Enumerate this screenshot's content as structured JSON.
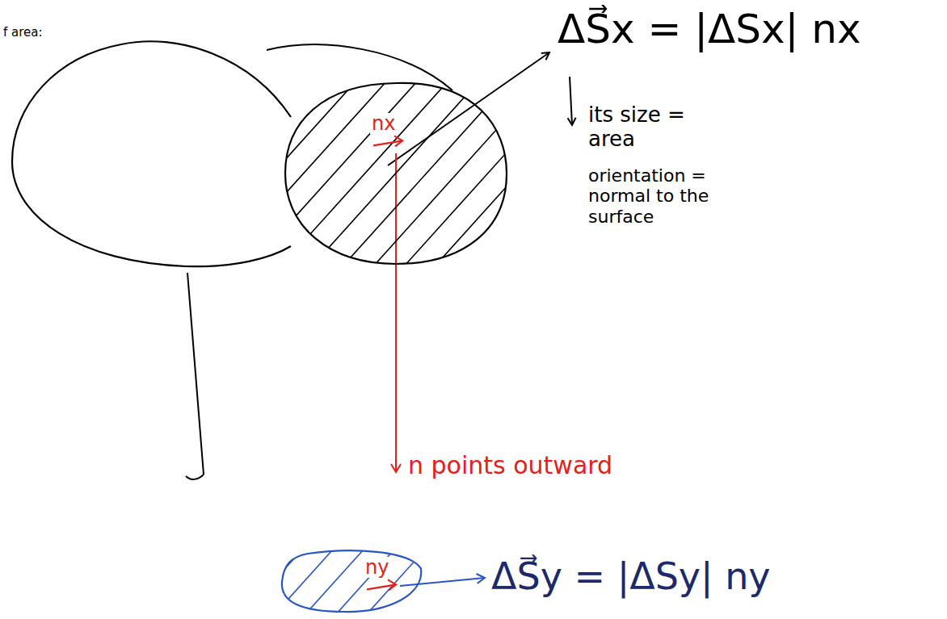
{
  "diagram": {
    "nodes": [
      {
        "text": [
          "nx"
        ]
      },
      {
        "text": [
          "ny"
        ]
      }
    ],
    "labels": [
      "f area:",
      "ΔS⃗x = |ΔSx| nx",
      "its size = area",
      "orientation = normal to the surface",
      "n points outward",
      "ΔS⃗y = |ΔSy| ny"
    ]
  }
}
